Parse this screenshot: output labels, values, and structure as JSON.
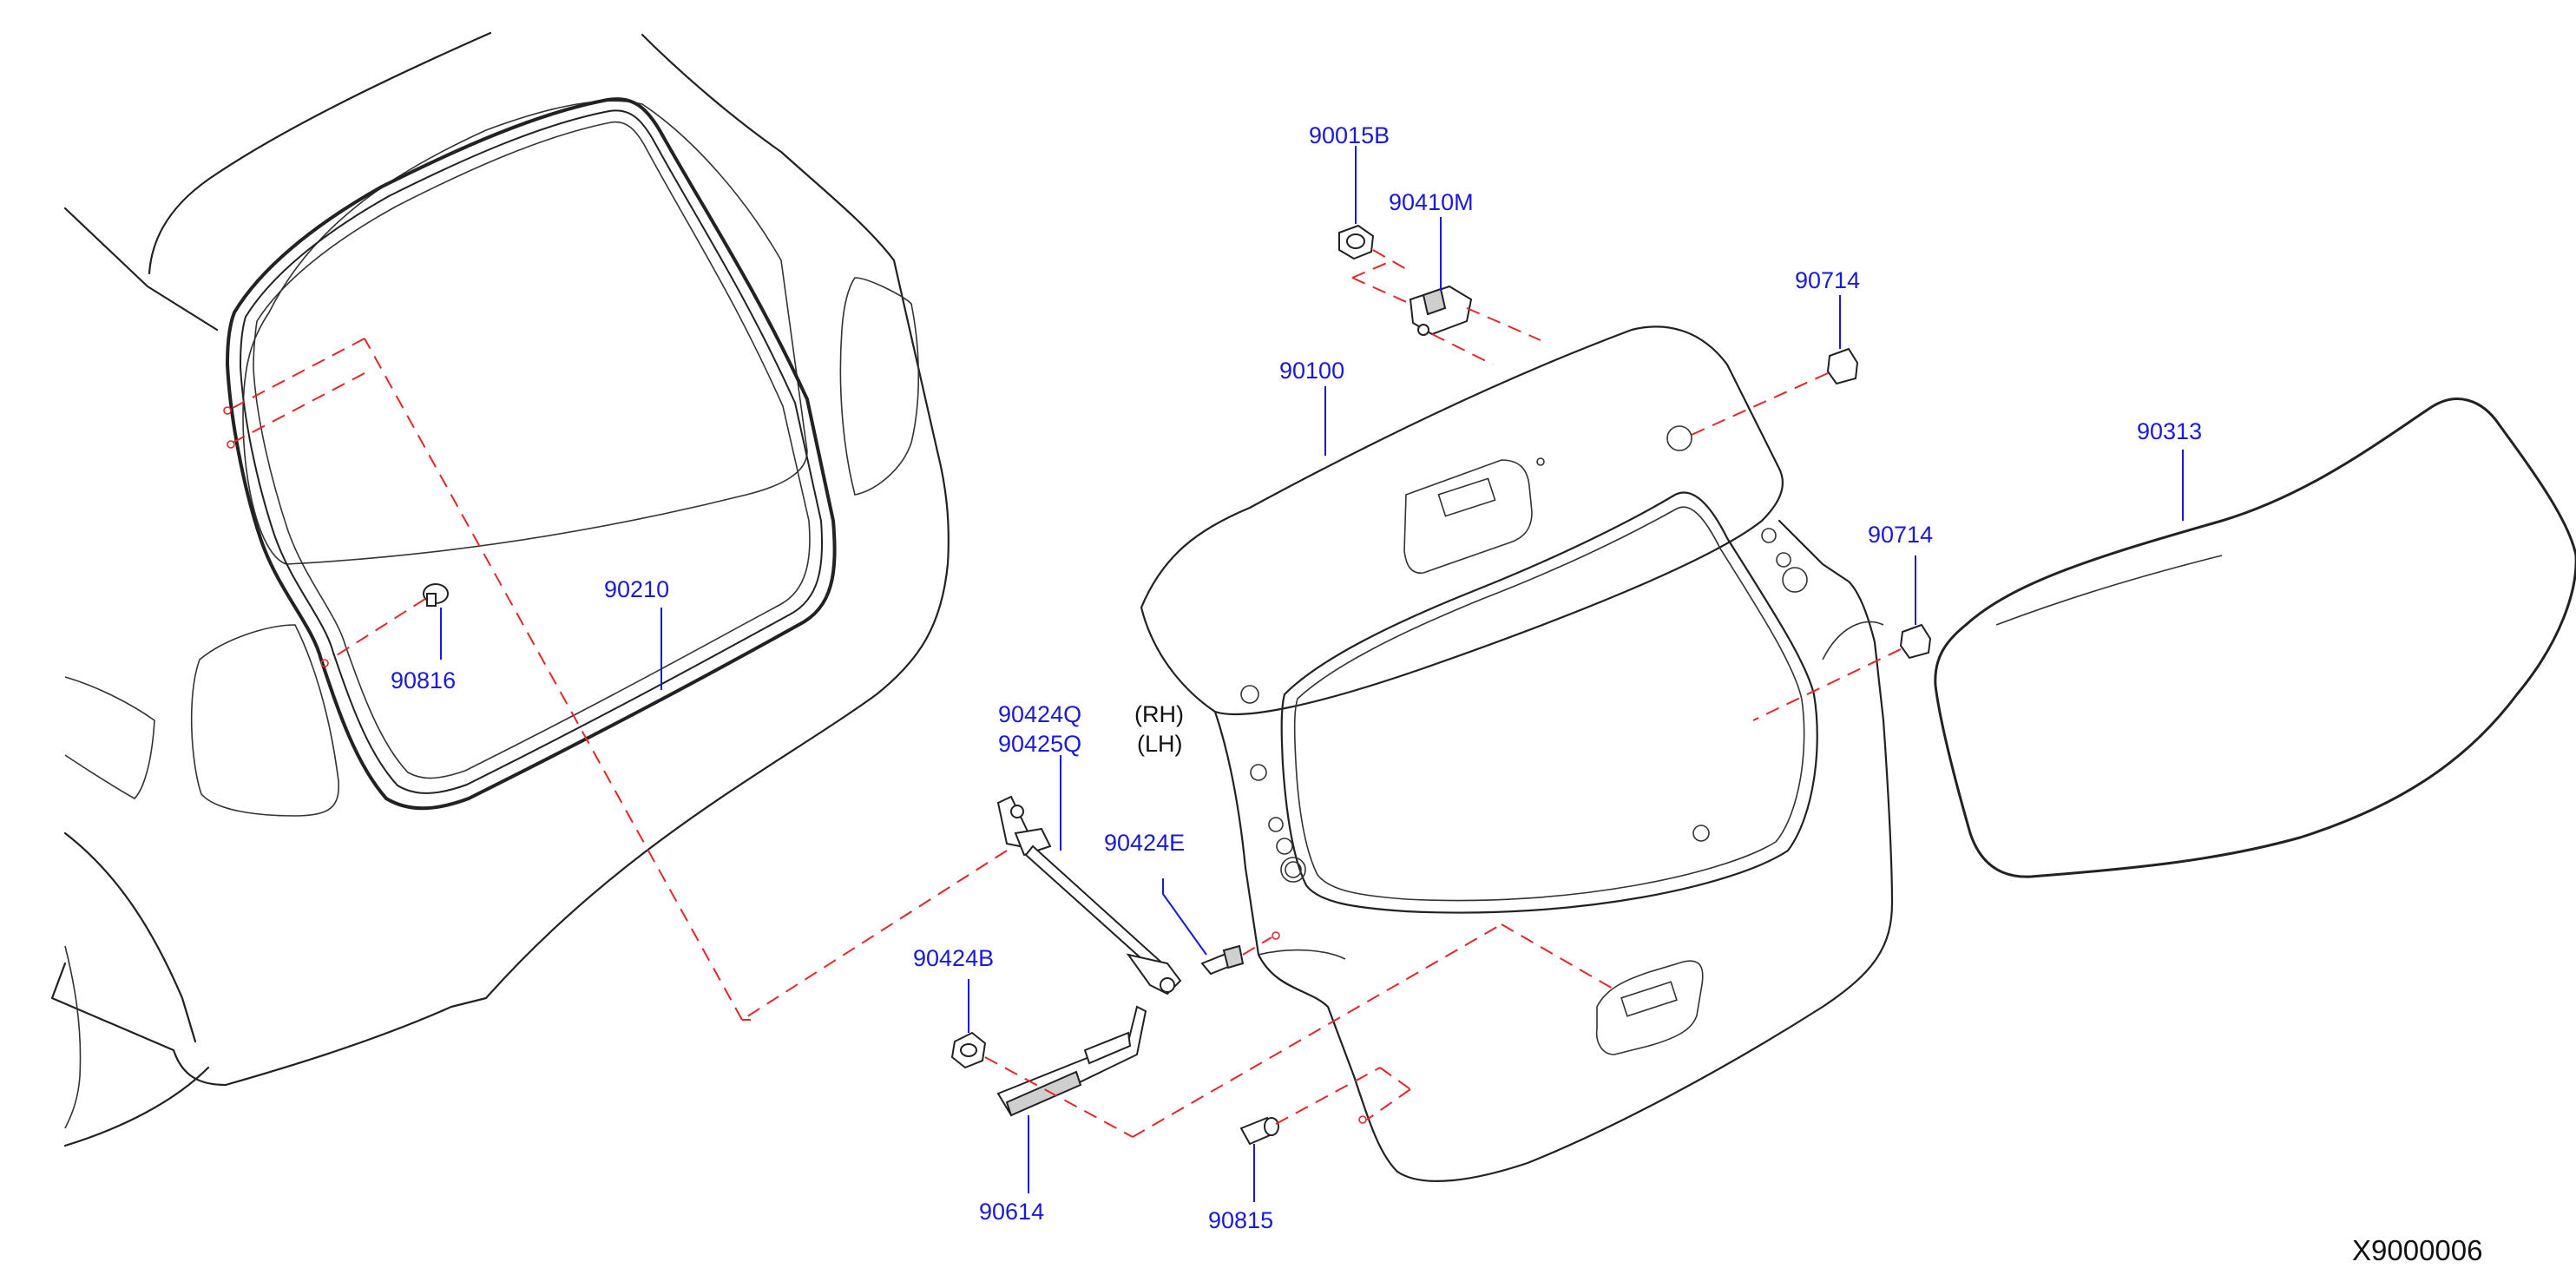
{
  "diagram": {
    "code": "X9000006",
    "callouts": {
      "p90015B": "90015B",
      "p90410M": "90410M",
      "p90714_top": "90714",
      "p90100": "90100",
      "p90313": "90313",
      "p90714_mid": "90714",
      "p90210": "90210",
      "p90816": "90816",
      "p90424Q": "90424Q",
      "p90425Q": "90425Q",
      "p90424E": "90424E",
      "p90424B": "90424B",
      "p90614": "90614",
      "p90815": "90815"
    },
    "suffixes": {
      "rh": "(RH)",
      "lh": "(LH)"
    },
    "colors": {
      "callout": "#1a1ad6",
      "line": "#222222",
      "dash": "#e0282a"
    }
  }
}
